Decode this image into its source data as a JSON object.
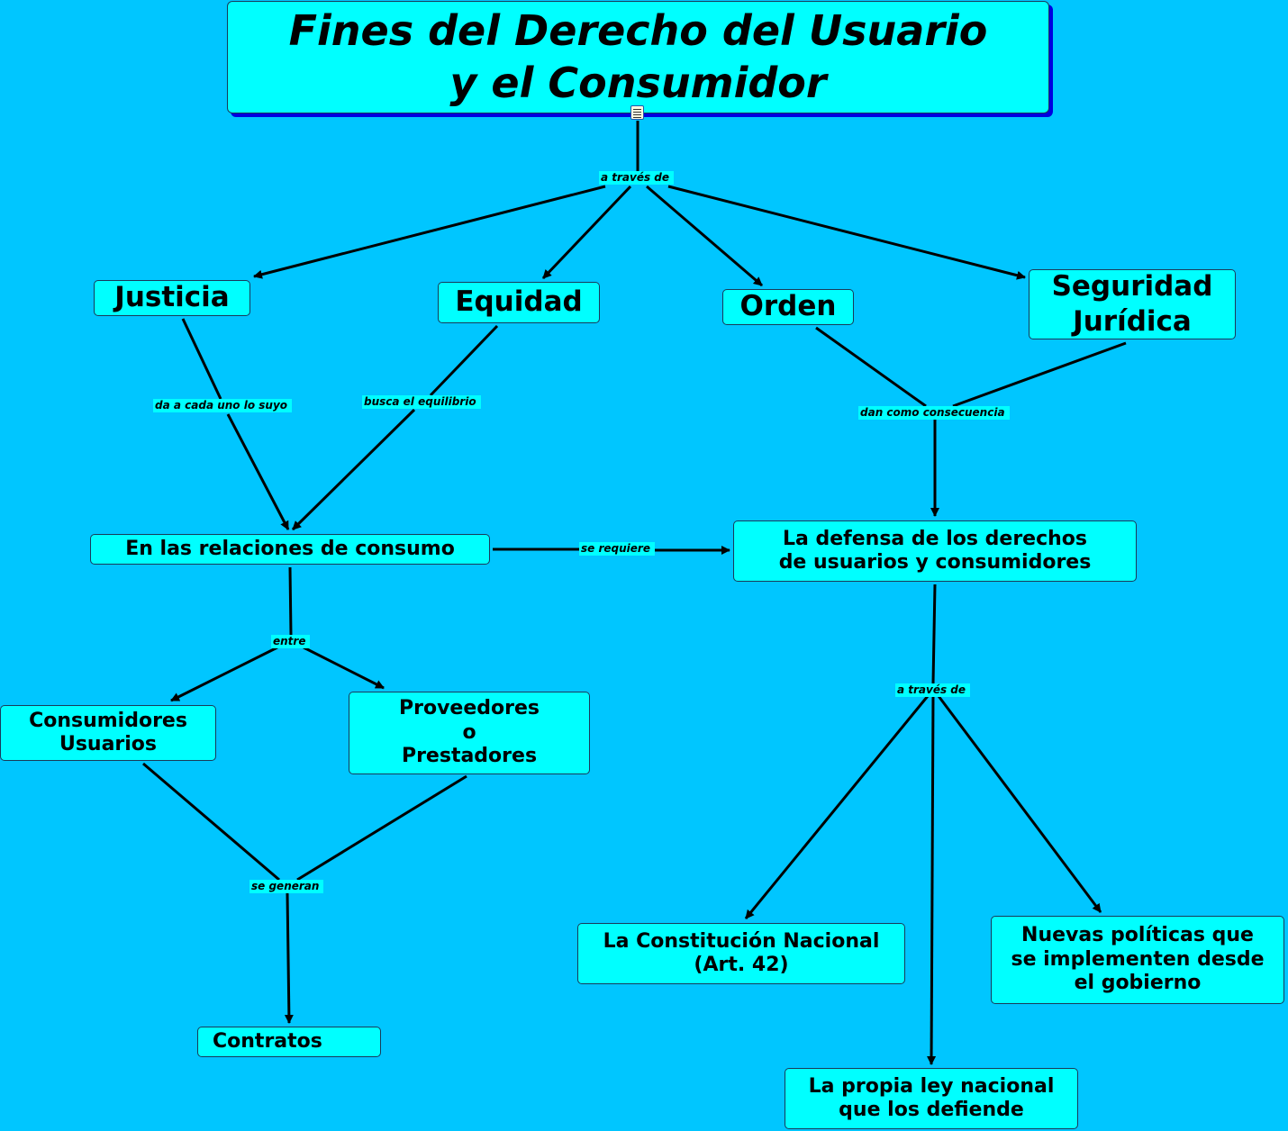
{
  "title": "Fines del Derecho del Usuario\ny el Consumidor",
  "nodes": {
    "justicia": "Justicia",
    "equidad": "Equidad",
    "orden": "Orden",
    "seguridad": "Seguridad\nJurídica",
    "relaciones": "En las relaciones de consumo",
    "defensa": "La defensa de los derechos\nde usuarios y consumidores",
    "consumidores": "Consumidores\nUsuarios",
    "proveedores": "Proveedores\no\nPrestadores",
    "contratos": "Contratos",
    "constitucion": "La Constitución Nacional\n(Art. 42)",
    "politicas": "Nuevas políticas que\nse implementen desde\nel gobierno",
    "ley": "La propia ley nacional\nque los defiende"
  },
  "links": {
    "traves1": "a través de",
    "cada_uno": "da a cada uno lo suyo",
    "equilibrio": "busca el equilibrio",
    "consecuencia": "dan como consecuencia",
    "requiere": "se requiere",
    "entre": "entre",
    "traves2": "a través de",
    "generan": "se generan"
  },
  "colors": {
    "background": "#00C6FF",
    "node": "#00FFFF",
    "title_shadow": "#0000E0",
    "line": "#000000"
  }
}
